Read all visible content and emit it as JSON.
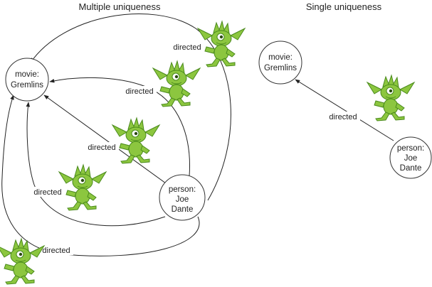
{
  "titles": {
    "left": "Multiple uniqueness",
    "right": "Single uniqueness"
  },
  "nodes": {
    "movie_left": [
      "movie:",
      "Gremlins"
    ],
    "person_left": [
      "person:",
      "Joe",
      "Dante"
    ],
    "movie_right": [
      "movie:",
      "Gremlins"
    ],
    "person_right": [
      "person:",
      "Joe",
      "Dante"
    ]
  },
  "edges": {
    "left": [
      "directed",
      "directed",
      "directed",
      "directed",
      "directed"
    ],
    "right": [
      "directed"
    ]
  },
  "colors": {
    "gremlin_body": "#8cc63f",
    "gremlin_outline": "#4a8a1c",
    "gremlin_dark": "#5e9e2a"
  },
  "icons": {
    "gremlin": "gremlin-icon"
  }
}
